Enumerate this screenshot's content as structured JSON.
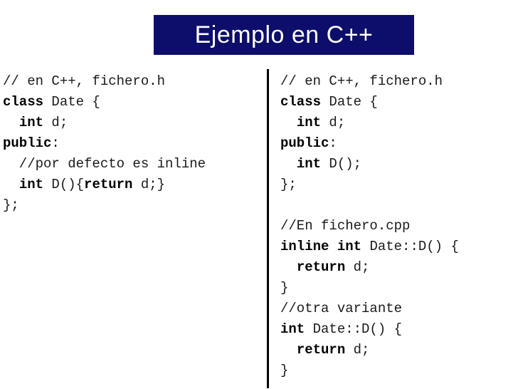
{
  "title": "Ejemplo en C++",
  "left_code": [
    [
      {
        "t": "// en C++, fichero.h",
        "k": false
      }
    ],
    [
      {
        "t": "class",
        "k": true
      },
      {
        "t": " Date {",
        "k": false
      }
    ],
    [
      {
        "t": "  ",
        "k": false
      },
      {
        "t": "int",
        "k": true
      },
      {
        "t": " d;",
        "k": false
      }
    ],
    [
      {
        "t": "public",
        "k": true
      },
      {
        "t": ":",
        "k": false
      }
    ],
    [
      {
        "t": "  //por defecto es inline",
        "k": false
      }
    ],
    [
      {
        "t": "  ",
        "k": false
      },
      {
        "t": "int",
        "k": true
      },
      {
        "t": " D(){",
        "k": false
      },
      {
        "t": "return",
        "k": true
      },
      {
        "t": " d;}",
        "k": false
      }
    ],
    [
      {
        "t": "};",
        "k": false
      }
    ]
  ],
  "right_code": [
    [
      {
        "t": "// en C++, fichero.h",
        "k": false
      }
    ],
    [
      {
        "t": "class",
        "k": true
      },
      {
        "t": " Date {",
        "k": false
      }
    ],
    [
      {
        "t": "  ",
        "k": false
      },
      {
        "t": "int",
        "k": true
      },
      {
        "t": " d;",
        "k": false
      }
    ],
    [
      {
        "t": "public",
        "k": true
      },
      {
        "t": ":",
        "k": false
      }
    ],
    [
      {
        "t": "  ",
        "k": false
      },
      {
        "t": "int",
        "k": true
      },
      {
        "t": " D();",
        "k": false
      }
    ],
    [
      {
        "t": "};",
        "k": false
      }
    ],
    [
      {
        "t": "",
        "k": false
      }
    ],
    [
      {
        "t": "//En fichero.cpp",
        "k": false
      }
    ],
    [
      {
        "t": "inline",
        "k": true
      },
      {
        "t": " ",
        "k": false
      },
      {
        "t": "int",
        "k": true
      },
      {
        "t": " Date::D() {",
        "k": false
      }
    ],
    [
      {
        "t": "  ",
        "k": false
      },
      {
        "t": "return",
        "k": true
      },
      {
        "t": " d;",
        "k": false
      }
    ],
    [
      {
        "t": "}",
        "k": false
      }
    ],
    [
      {
        "t": "//otra variante",
        "k": false
      }
    ],
    [
      {
        "t": "int",
        "k": true
      },
      {
        "t": " Date::D() {",
        "k": false
      }
    ],
    [
      {
        "t": "  ",
        "k": false
      },
      {
        "t": "return",
        "k": true
      },
      {
        "t": " d;",
        "k": false
      }
    ],
    [
      {
        "t": "}",
        "k": false
      }
    ]
  ],
  "colors": {
    "title_background": "#0d0d6b",
    "title_text": "#ffffff",
    "divider": "#000000"
  }
}
